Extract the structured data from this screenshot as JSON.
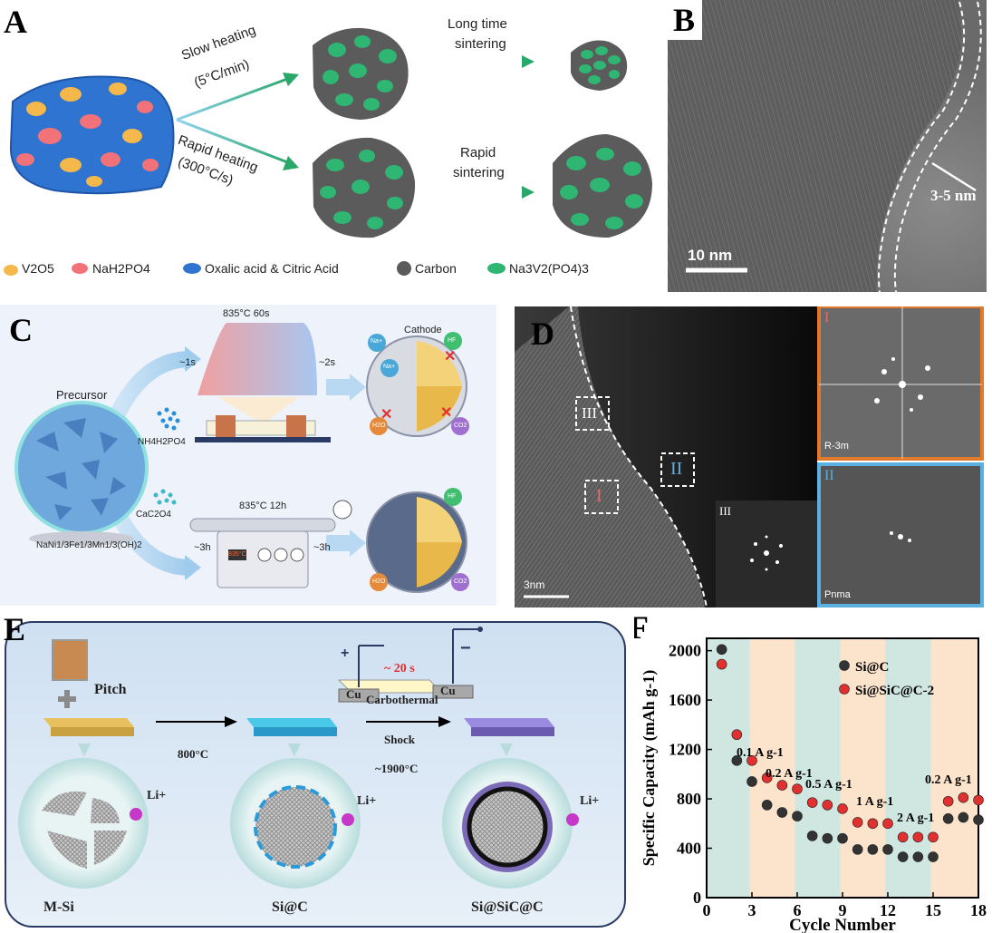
{
  "panelA": {
    "label": "A",
    "slow_heating": "Slow heating",
    "slow_rate": "(5°C/min)",
    "rapid_heating": "Rapid heating",
    "rapid_rate": "(300°C/s)",
    "long_sintering_1": "Long time",
    "long_sintering_2": "sintering",
    "rapid_sintering_1": "Rapid",
    "rapid_sintering_2": "sintering",
    "legend": {
      "v2o5": "V2O5",
      "nah2po4": "NaH2PO4",
      "acid": "Oxalic acid & Citric Acid",
      "carbon": "Carbon",
      "nvp": "Na3V2(PO4)3"
    },
    "colors": {
      "matrix": "#2f74d0",
      "v2o5": "#f5b84a",
      "nah2po4": "#f2727a",
      "carbon": "#5b5b5b",
      "nvp": "#2fb673",
      "arrow": "#2aa86a"
    }
  },
  "panelB": {
    "label": "B",
    "thickness": "3-5 nm",
    "scale": "10 nm"
  },
  "panelC": {
    "label": "C",
    "top_condition": "835°C  60s",
    "ramp_up": "~1s",
    "ramp_down": "~2s",
    "precursor": "Precursor",
    "nh4h2po4": "NH4H2PO4",
    "cac2o4": "CaC2O4",
    "formula": "NaNi1/3Fe1/3Mn1/3(OH)2",
    "bottom_condition": "835°C  12h",
    "heat_time": "~3h",
    "cool_time": "~3h",
    "cathode": "Cathode",
    "na": "Na+",
    "hf": "HF",
    "h2o": "H2O",
    "co2": "CO2",
    "furnace_display": "835°C"
  },
  "panelD": {
    "label": "D",
    "region1": "I",
    "region2": "II",
    "region3": "III",
    "scale": "3nm",
    "fft1_label": "I",
    "fft1_group": "R-3m",
    "fft2_label": "II",
    "fft2_group": "Pnma"
  },
  "panelE": {
    "label": "E",
    "pitch": "Pitch",
    "plus": "+",
    "cu_left": "Cu",
    "cu_right": "Cu",
    "pos": "+",
    "neg": "−",
    "time": "~ 20 s",
    "temp1": "800°C",
    "process_1": "Carbothermal",
    "process_2": "Shock",
    "temp2": "~1900°C",
    "li1": "Li+",
    "li2": "Li+",
    "li3": "Li+",
    "m_si": "M-Si",
    "si_c": "Si@C",
    "si_sic_c": "Si@SiC@C"
  },
  "chart_data": {
    "type": "scatter",
    "label": "F",
    "xlabel": "Cycle Number",
    "ylabel": "Specific Capacity (mAh g-1)",
    "xlim": [
      0,
      18
    ],
    "ylim": [
      0,
      2100
    ],
    "xticks": [
      "0",
      "3",
      "6",
      "9",
      "12",
      "15",
      "18"
    ],
    "yticks": [
      "0",
      "400",
      "800",
      "1200",
      "1600",
      "2000"
    ],
    "legend_position": "top-right",
    "rate_labels": [
      "0.1 A g-1",
      "0.2 A g-1",
      "0.5 A g-1",
      "1 A g-1",
      "2 A g-1",
      "0.2 A g-1"
    ],
    "band_colors": [
      "#cfe7e0",
      "#fbe3cc"
    ],
    "series": [
      {
        "name": "Si@C",
        "color": "#333333",
        "x": [
          1,
          2,
          3,
          4,
          5,
          6,
          7,
          8,
          9,
          10,
          11,
          12,
          13,
          14,
          15,
          16,
          17,
          18
        ],
        "y": [
          2010,
          1110,
          940,
          750,
          690,
          660,
          500,
          480,
          480,
          390,
          390,
          390,
          330,
          330,
          330,
          640,
          650,
          630
        ]
      },
      {
        "name": "Si@SiC@C-2",
        "color": "#e03030",
        "x": [
          1,
          2,
          3,
          4,
          5,
          6,
          7,
          8,
          9,
          10,
          11,
          12,
          13,
          14,
          15,
          16,
          17,
          18
        ],
        "y": [
          1890,
          1320,
          1110,
          970,
          910,
          880,
          770,
          750,
          720,
          610,
          600,
          600,
          490,
          490,
          490,
          780,
          810,
          790
        ]
      }
    ]
  }
}
